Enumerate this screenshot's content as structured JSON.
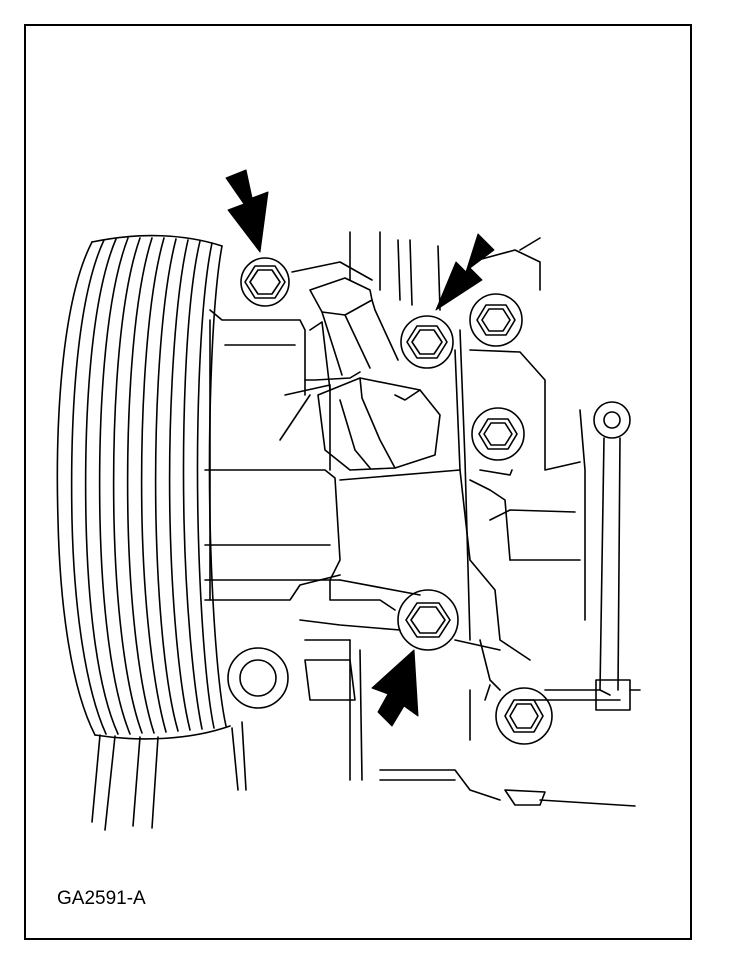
{
  "figure": {
    "id_label": "GA2591-A"
  },
  "callouts": [
    {
      "name": "arrow-upper-left-bolt",
      "target": "upper-left-bolt"
    },
    {
      "name": "arrow-upper-right-bolt",
      "target": "upper-center-bolt"
    },
    {
      "name": "arrow-lower-bolt",
      "target": "lower-center-bolt"
    }
  ],
  "colors": {
    "ink": "#000000",
    "paper": "#ffffff"
  }
}
